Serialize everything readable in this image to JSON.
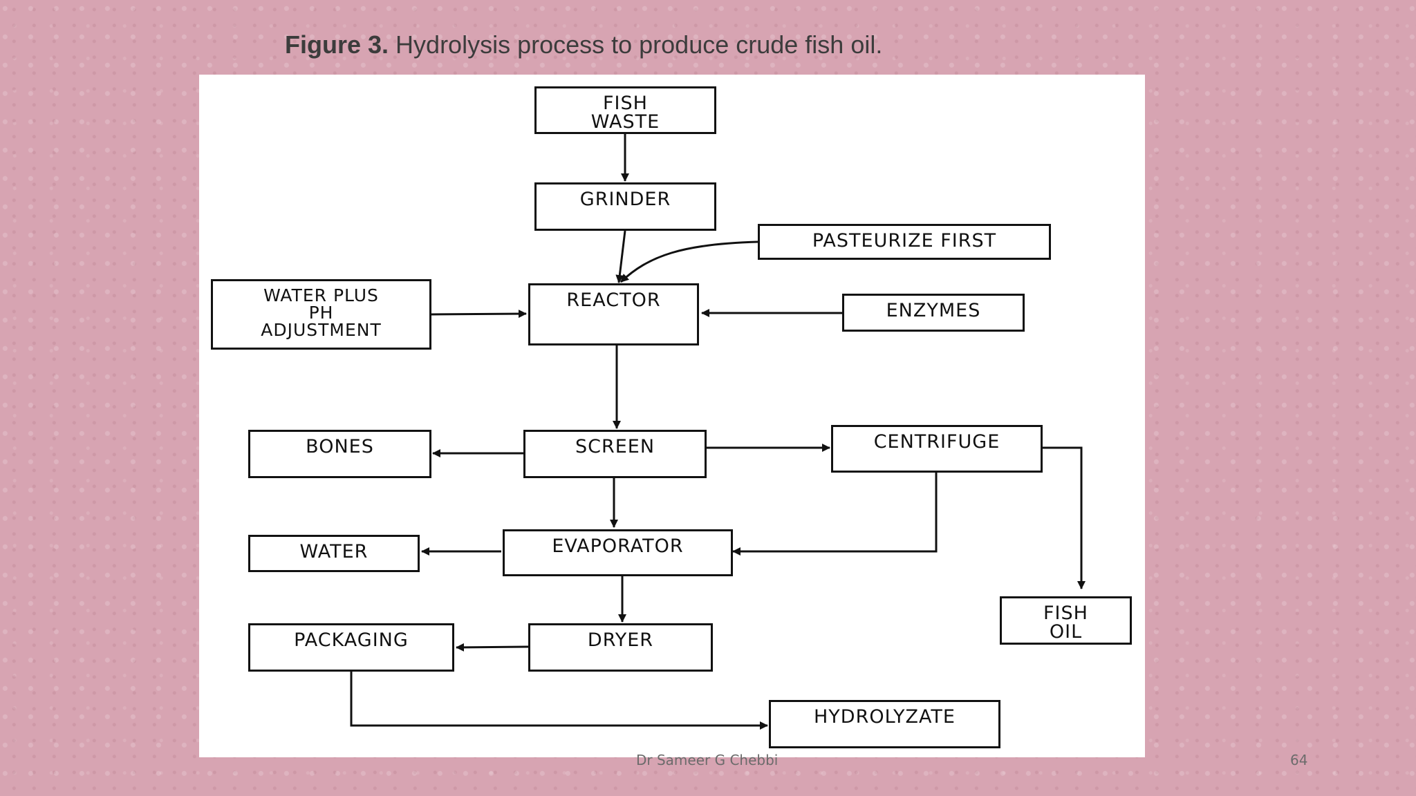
{
  "caption": {
    "figure_label": "Figure 3.",
    "text": "Hydrolysis process to produce crude fish oil."
  },
  "nodes": {
    "fish_waste": "FISH\nWASTE",
    "grinder": "GRINDER",
    "pasteurize_first": "PASTEURIZE FIRST",
    "water_ph": "WATER PLUS\nPH\nADJUSTMENT",
    "reactor": "REACTOR",
    "enzymes": "ENZYMES",
    "bones": "BONES",
    "screen": "SCREEN",
    "centrifuge": "CENTRIFUGE",
    "water": "WATER",
    "evaporator": "EVAPORATOR",
    "fish_oil": "FISH\nOIL",
    "packaging": "PACKAGING",
    "dryer": "DRYER",
    "hydrolyzate": "HYDROLYZATE"
  },
  "footer": {
    "author": "Dr Sameer G Chebbi",
    "page": "64"
  }
}
